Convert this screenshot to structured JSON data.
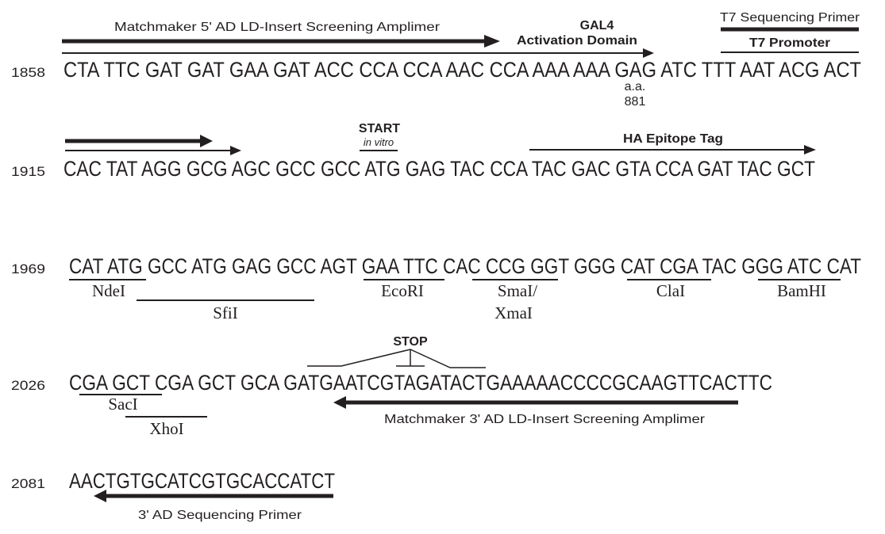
{
  "rows": [
    {
      "position": "1858",
      "sequence": "CTA TTC GAT GAT GAA GAT ACC CCA CCA AAC CCA AAA AAA GAG ATC TTT AAT  ACG ACT"
    },
    {
      "position": "1915",
      "sequence": "CAC TAT AGG GCG AGC GCC GCC ATG GAG TAC CCA TAC GAC GTA CCA GAT TAC GCT"
    },
    {
      "position": "1969",
      "sequence": "CAT ATG GCC ATG GAG GCC AGT GAA TTC CAC CCG GGT GGG CAT CGA TAC GGG ATC CAT"
    },
    {
      "position": "2026",
      "sequence": "CGA GCT CGA GCT GCA GATGAATCGTAGATACTGAAAAACCCCGCAAGTTCACTTC"
    },
    {
      "position": "2081",
      "sequence": "AACTGTGCATCGTGCACCATCT"
    }
  ],
  "annotations": {
    "matchmaker_5": "Matchmaker 5' AD LD-Insert  Screening Amplimer",
    "gal4_line1": "GAL4",
    "gal4_line2": "Activation Domain",
    "t7_seq_primer": "T7 Sequencing Primer",
    "t7_promoter": "T7 Promoter",
    "aa_label": "a.a.",
    "aa_number": "881",
    "start": "START",
    "in_vitro": "in vitro",
    "ha_tag": "HA Epitope Tag",
    "stop": "STOP",
    "matchmaker_3": "Matchmaker 3' AD LD-Insert Screening Amplimer",
    "ad_seq_primer": "3' AD Sequencing Primer"
  },
  "enzymes": {
    "ndei": "NdeI",
    "sfii": "SfiI",
    "ecori": "EcoRI",
    "smai": "SmaI/",
    "xmai": "XmaI",
    "clai": "ClaI",
    "bamhi": "BamHI",
    "saci": "SacI",
    "xhoi": "XhoI"
  }
}
